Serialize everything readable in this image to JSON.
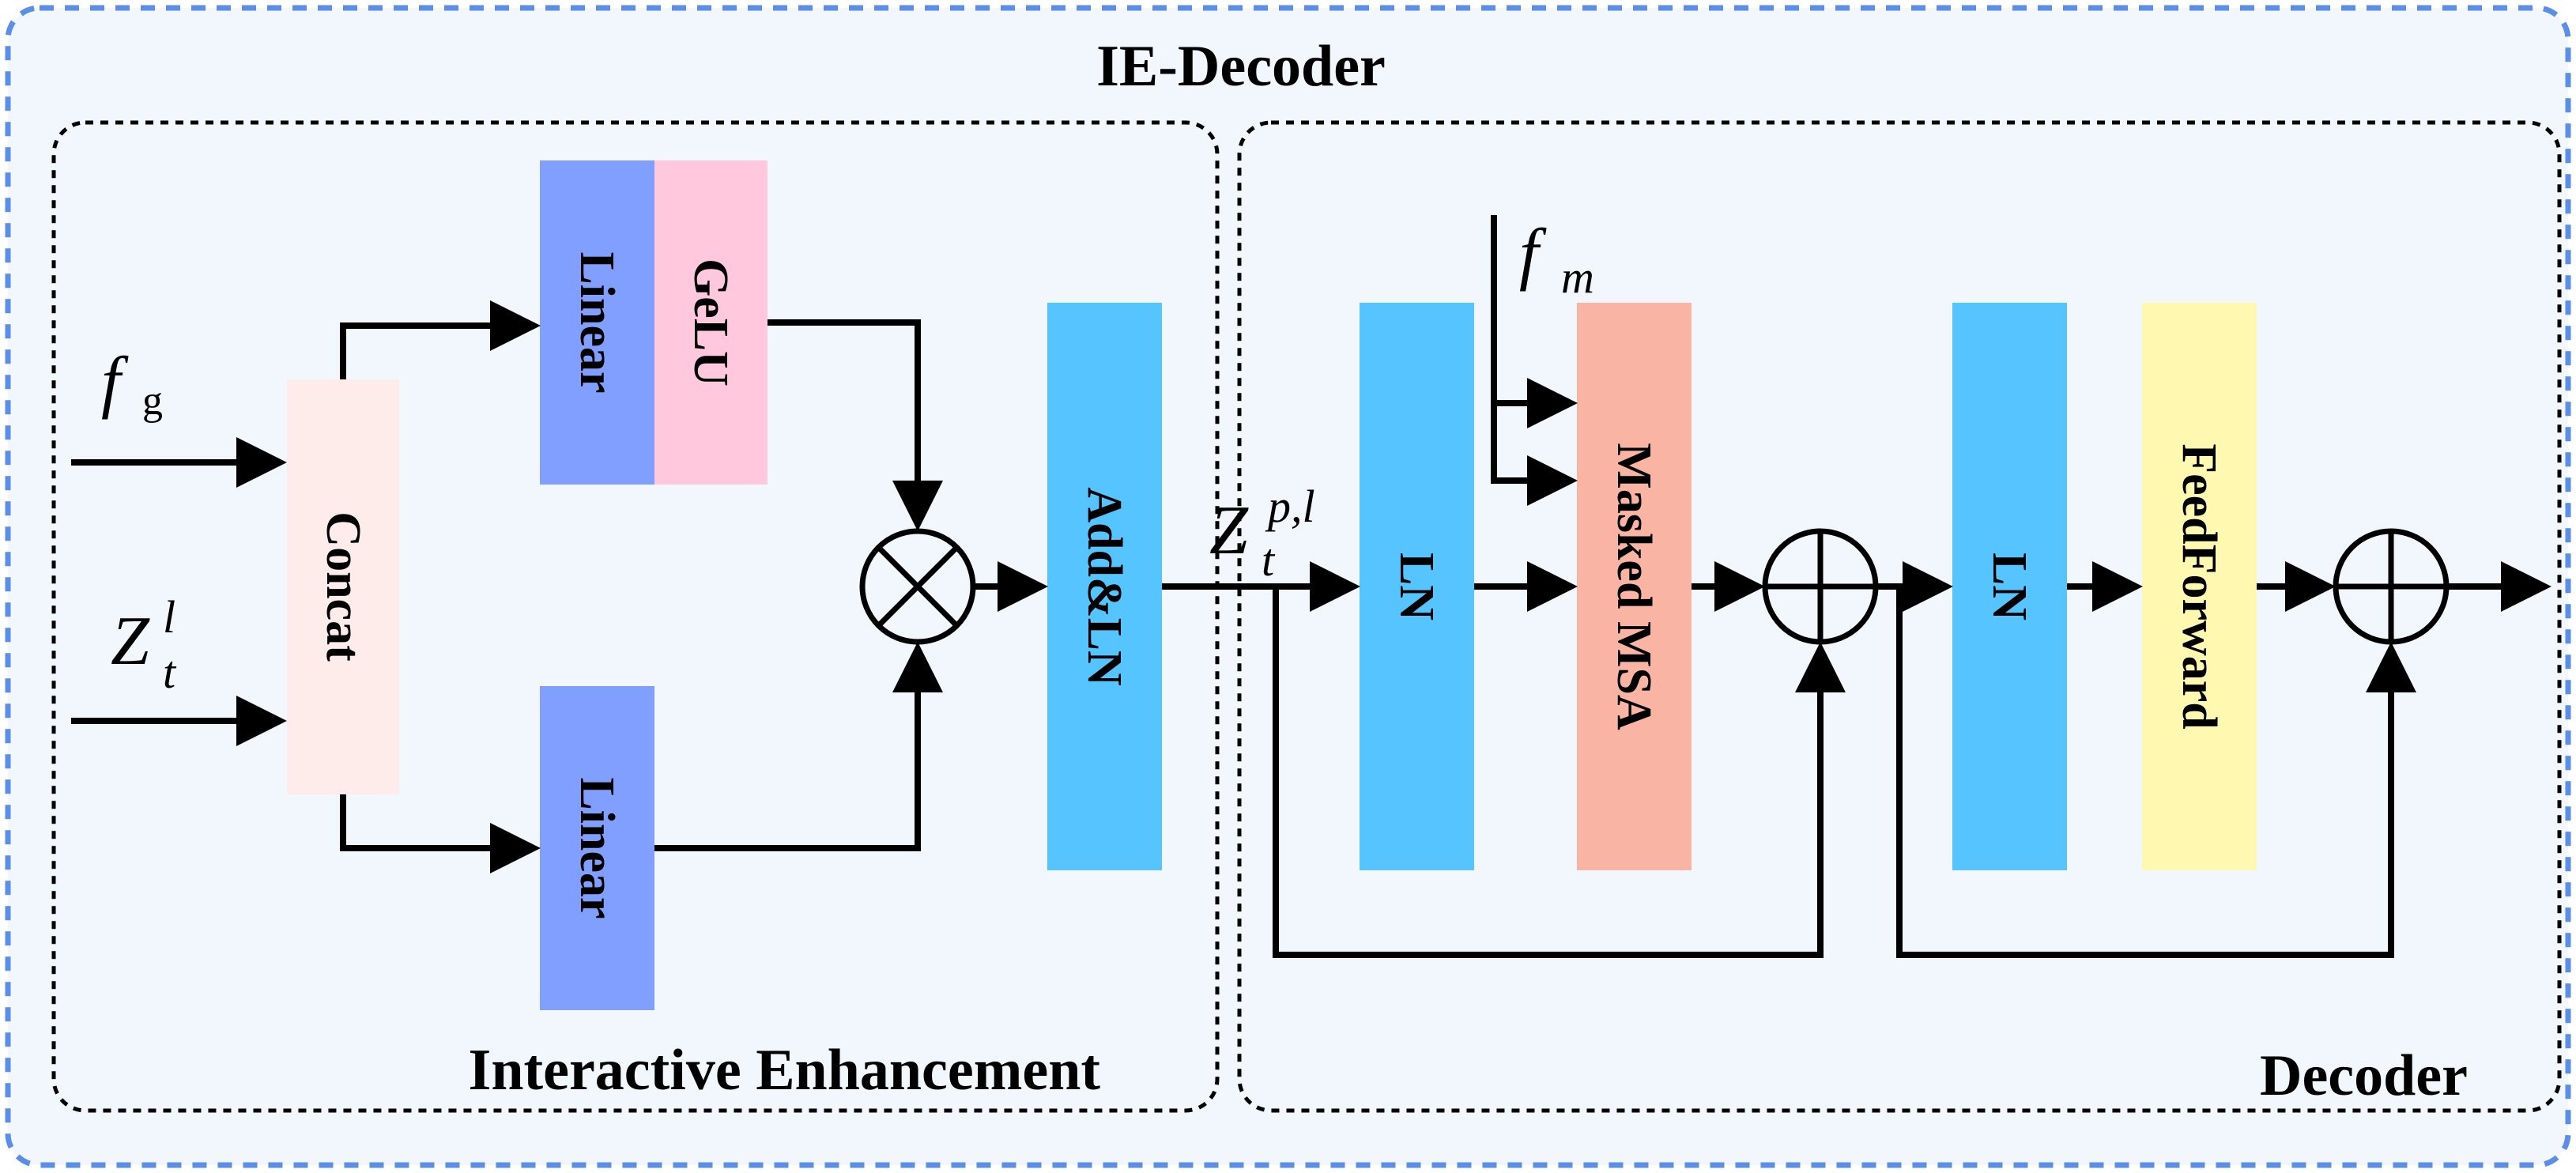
{
  "outer": {
    "title": "IE-Decoder",
    "border_color": "#5b8ee6",
    "fill_color": "#f2f7fd"
  },
  "left_group": {
    "label": "Interactive Enhancement"
  },
  "right_group": {
    "label": "Decoder"
  },
  "blocks": {
    "concat": {
      "label": "Concat",
      "color": "#fdecea"
    },
    "linear_top": {
      "label": "Linear",
      "color": "#809fff"
    },
    "gelu": {
      "label": "GeLU",
      "color": "#ffc8dd"
    },
    "linear_bottom": {
      "label": "Linear",
      "color": "#809fff"
    },
    "addln": {
      "label": "Add&LN",
      "color": "#55c4ff"
    },
    "ln1": {
      "label": "LN",
      "color": "#55c4ff"
    },
    "masked_msa": {
      "label": "Masked MSA",
      "color": "#f9b4a4"
    },
    "ln2": {
      "label": "LN",
      "color": "#55c4ff"
    },
    "feedforward": {
      "label": "FeedForward",
      "color": "#fff8b0"
    }
  },
  "operators": {
    "multiply": "⊗",
    "add_1": "⊕",
    "add_2": "⊕"
  },
  "inputs": {
    "fg": {
      "base": "f",
      "sub": "g"
    },
    "zt": {
      "base": "Z",
      "sub": "t",
      "sup": "l"
    },
    "zpl": {
      "base": "Z",
      "sub": "t",
      "sup": "p,l"
    },
    "fm": {
      "base": "f",
      "sub": "m"
    }
  }
}
